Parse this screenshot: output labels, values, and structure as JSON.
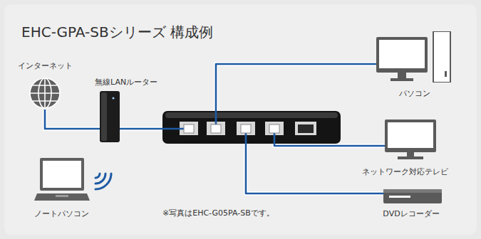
{
  "diagram": {
    "title": "EHC-GPA-SBシリーズ 構成例",
    "nodes": [
      {
        "text": [
          "インターネット"
        ]
      },
      {
        "text": [
          "無線LANルーター"
        ]
      },
      {
        "text": [
          "パソコン"
        ]
      },
      {
        "text": [
          "ネットワーク対応テレビ"
        ]
      },
      {
        "text": [
          "DVDレコーダー"
        ]
      },
      {
        "text": [
          "ノートパソコン"
        ]
      }
    ],
    "edges": [
      {
        "from": 0,
        "to": 1,
        "arrow": "none"
      }
    ],
    "labels": [
      "※写真はEHC-G05PA-SBです。"
    ]
  }
}
